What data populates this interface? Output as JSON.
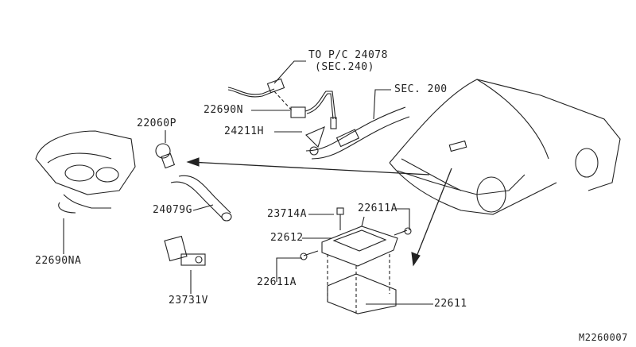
{
  "labels": {
    "to_pc": "TO P/C 24078",
    "sec240": "(SEC.240)",
    "sec200": "SEC. 200",
    "p22690N": "22690N",
    "p24211H": "24211H",
    "p22060P": "22060P",
    "p24079G": "24079G",
    "p22690NA": "22690NA",
    "p23731V": "23731V",
    "p23714A": "23714A",
    "p22611A_top": "22611A",
    "p22612": "22612",
    "p22611A_bottom": "22611A",
    "p22611": "22611"
  },
  "diagram_code": "M2260007",
  "colors": {
    "line": "#222222",
    "background": "#ffffff"
  }
}
